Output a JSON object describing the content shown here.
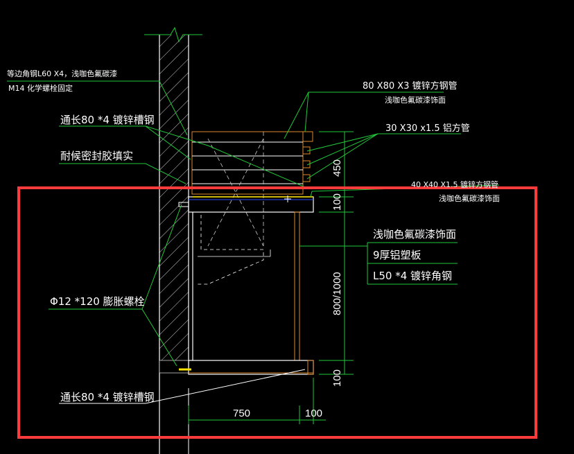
{
  "drawing": {
    "colors": {
      "background": "#000000",
      "leader": "#22c83a",
      "outline": "#ffffff",
      "accent_line": "#e08a2a",
      "hatch": "#cfcfcf",
      "highlight_frame": "#ff3b3b",
      "blue_mark": "#2a4cff",
      "yellow_mark": "#ffe400"
    },
    "labels": {
      "angle_steel": "等边角钢L60 X4，浅咖色氟碳漆",
      "bolt_fix": "M14 化学螺栓固定",
      "channel_top": "通长80 *4 镀锌槽钢",
      "sealant": "耐候密封胶填实",
      "square_tube_big": "80 X80 X3 镀锌方钢管",
      "square_tube_big_finish": "浅咖色氟碳漆饰面",
      "square_tube_small": "30 X30 x1.5 铝方管",
      "square_tube_mid": "40 X40 X1.5 镀锌方钢管",
      "square_tube_mid_finish": "浅咖色氟碳漆饰面",
      "finish_face": "浅咖色氟碳漆饰面",
      "aluminum_panel": "9厚铝塑板",
      "angle_l50": "L50 *4 镀锌角钢",
      "expansion_bolt": "Φ12 *120 膨胀螺栓",
      "channel_bottom": "通长80 *4 镀锌槽钢"
    },
    "dimensions": {
      "dim_450": "450",
      "dim_100_top": "100",
      "dim_800_1000": "800/1000",
      "dim_100_bottom": "100",
      "dim_750": "750",
      "dim_100_right": "100"
    }
  }
}
